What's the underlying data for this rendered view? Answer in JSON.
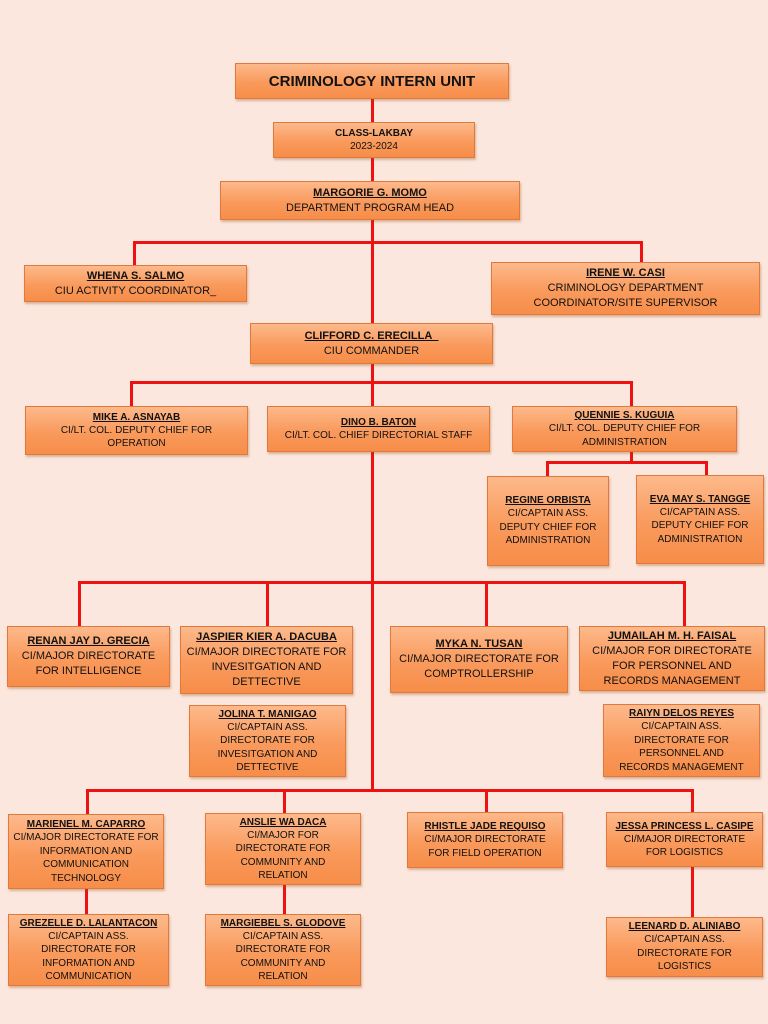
{
  "title": "CRIMINOLOGY INTERN UNIT",
  "class_box": {
    "name": "CLASS-LAKBAY",
    "role": "2023-2024"
  },
  "head": {
    "name": "MARGORIE G. MOMO",
    "role": "DEPARTMENT PROGRAM HEAD"
  },
  "coordinator": {
    "name": "WHENA S. SALMO",
    "role": "CIU ACTIVITY COORDINATOR_"
  },
  "supervisor": {
    "name": "IRENE W. CASI",
    "role": "CRIMINOLOGY DEPARTMENT COORDINATOR/SITE SUPERVISOR"
  },
  "commander": {
    "name": "CLIFFORD C. ERECILLA_",
    "role": "CIU COMMANDER"
  },
  "deputy_ops": {
    "name": "MIKE A. ASNAYAB",
    "role": "CI/LT. COL. DEPUTY CHIEF FOR OPERATION"
  },
  "chief_staff": {
    "name": "DINO B. BATON",
    "role": "CI/LT. COL. CHIEF DIRECTORIAL STAFF"
  },
  "deputy_admin": {
    "name": "QUENNIE S. KUGUIA",
    "role": "CI/LT. COL. DEPUTY CHIEF FOR ADMINISTRATION"
  },
  "asst_admin_1": {
    "name": "REGINE ORBISTA",
    "role": "CI/CAPTAIN ASS. DEPUTY CHIEF FOR ADMINISTRATION"
  },
  "asst_admin_2": {
    "name": "EVA MAY S. TANGGE",
    "role": "CI/CAPTAIN ASS. DEPUTY CHIEF FOR ADMINISTRATION"
  },
  "dir_intel": {
    "name": "RENAN JAY D. GRECIA",
    "role": "CI/MAJOR DIRECTORATE FOR INTELLIGENCE"
  },
  "dir_invest": {
    "name": "JASPIER KIER A. DACUBA",
    "role": "CI/MAJOR DIRECTORATE FOR INVESITGATION AND DETTECTIVE"
  },
  "dir_comp": {
    "name": "MYKA N. TUSAN",
    "role": "CI/MAJOR DIRECTORATE FOR COMPTROLLERSHIP"
  },
  "dir_personnel": {
    "name": "JUMAILAH M. H. FAISAL",
    "role": "CI/MAJOR FOR DIRECTORATE FOR PERSONNEL AND RECORDS MANAGEMENT"
  },
  "asst_invest": {
    "name": "JOLINA T. MANIGAO",
    "role": "CI/CAPTAIN ASS. DIRECTORATE FOR INVESITGATION AND DETTECTIVE"
  },
  "asst_personnel": {
    "name": "RAIYN DELOS REYES",
    "role": "CI/CAPTAIN ASS. DIRECTORATE FOR PERSONNEL AND RECORDS MANAGEMENT"
  },
  "dir_ict": {
    "name": "MARIENEL M. CAPARRO",
    "role": "CI/MAJOR DIRECTORATE FOR INFORMATION AND COMMUNICATION TECHNOLOGY"
  },
  "dir_comrel": {
    "name": "ANSLIE WA DACA",
    "role": "CI/MAJOR FOR DIRECTORATE FOR COMMUNITY AND RELATION"
  },
  "dir_field": {
    "name": "RHISTLE JADE REQUISO",
    "role": "CI/MAJOR DIRECTORATE FOR FIELD OPERATION"
  },
  "dir_logistics": {
    "name": "JESSA PRINCESS L. CASIPE",
    "role": "CI/MAJOR DIRECTORATE FOR LOGISTICS"
  },
  "asst_ict": {
    "name": "GREZELLE D.  LALANTACON",
    "role": "CI/CAPTAIN ASS. DIRECTORATE FOR INFORMATION AND COMMUNICATION"
  },
  "asst_comrel": {
    "name": "MARGIEBEL S. GLODOVE",
    "role": "CI/CAPTAIN ASS. DIRECTORATE FOR COMMUNITY AND RELATION"
  },
  "asst_logistics": {
    "name": "LEENARD D. ALINIABO",
    "role": "CI/CAPTAIN ASS. DIRECTORATE FOR LOGISTICS"
  },
  "colors": {
    "box": "#f99a5c",
    "connector": "#ee1111",
    "background": "#fbe7dd"
  }
}
